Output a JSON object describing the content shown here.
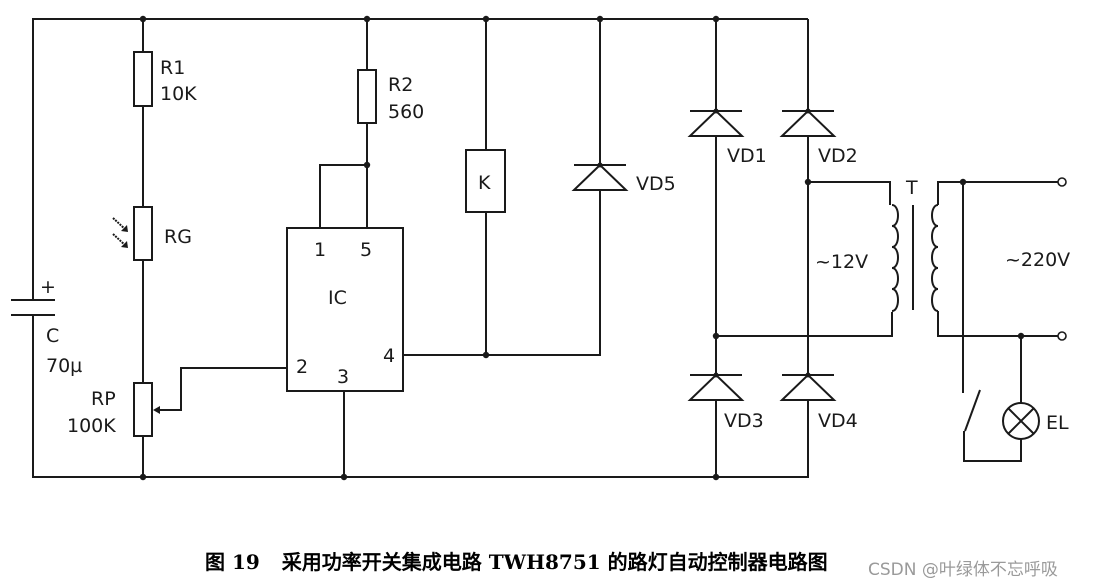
{
  "figure": {
    "caption_number": "图 19",
    "caption_text": "采用功率开关集成电路 TWH8751 的路灯自动控制器电路图",
    "watermark": "CSDN @叶绿体不忘呼吸"
  },
  "components": {
    "r1": {
      "name": "R1",
      "value": "10K"
    },
    "r2": {
      "name": "R2",
      "value": "560"
    },
    "rg": {
      "name": "RG"
    },
    "rp": {
      "name": "RP",
      "value": "100K"
    },
    "c": {
      "name": "C",
      "value": "70µ",
      "polarity": "+"
    },
    "ic": {
      "name": "IC",
      "pins": {
        "p1": "1",
        "p5": "5",
        "p2": "2",
        "p3": "3",
        "p4": "4"
      }
    },
    "relay": {
      "name": "K"
    },
    "vd5": {
      "name": "VD5"
    },
    "vd1": {
      "name": "VD1"
    },
    "vd2": {
      "name": "VD2"
    },
    "vd3": {
      "name": "VD3"
    },
    "vd4": {
      "name": "VD4"
    },
    "transformer": {
      "name": "T",
      "secondary_voltage": "~12V",
      "primary_voltage": "~220V"
    },
    "lamp": {
      "name": "EL"
    }
  }
}
